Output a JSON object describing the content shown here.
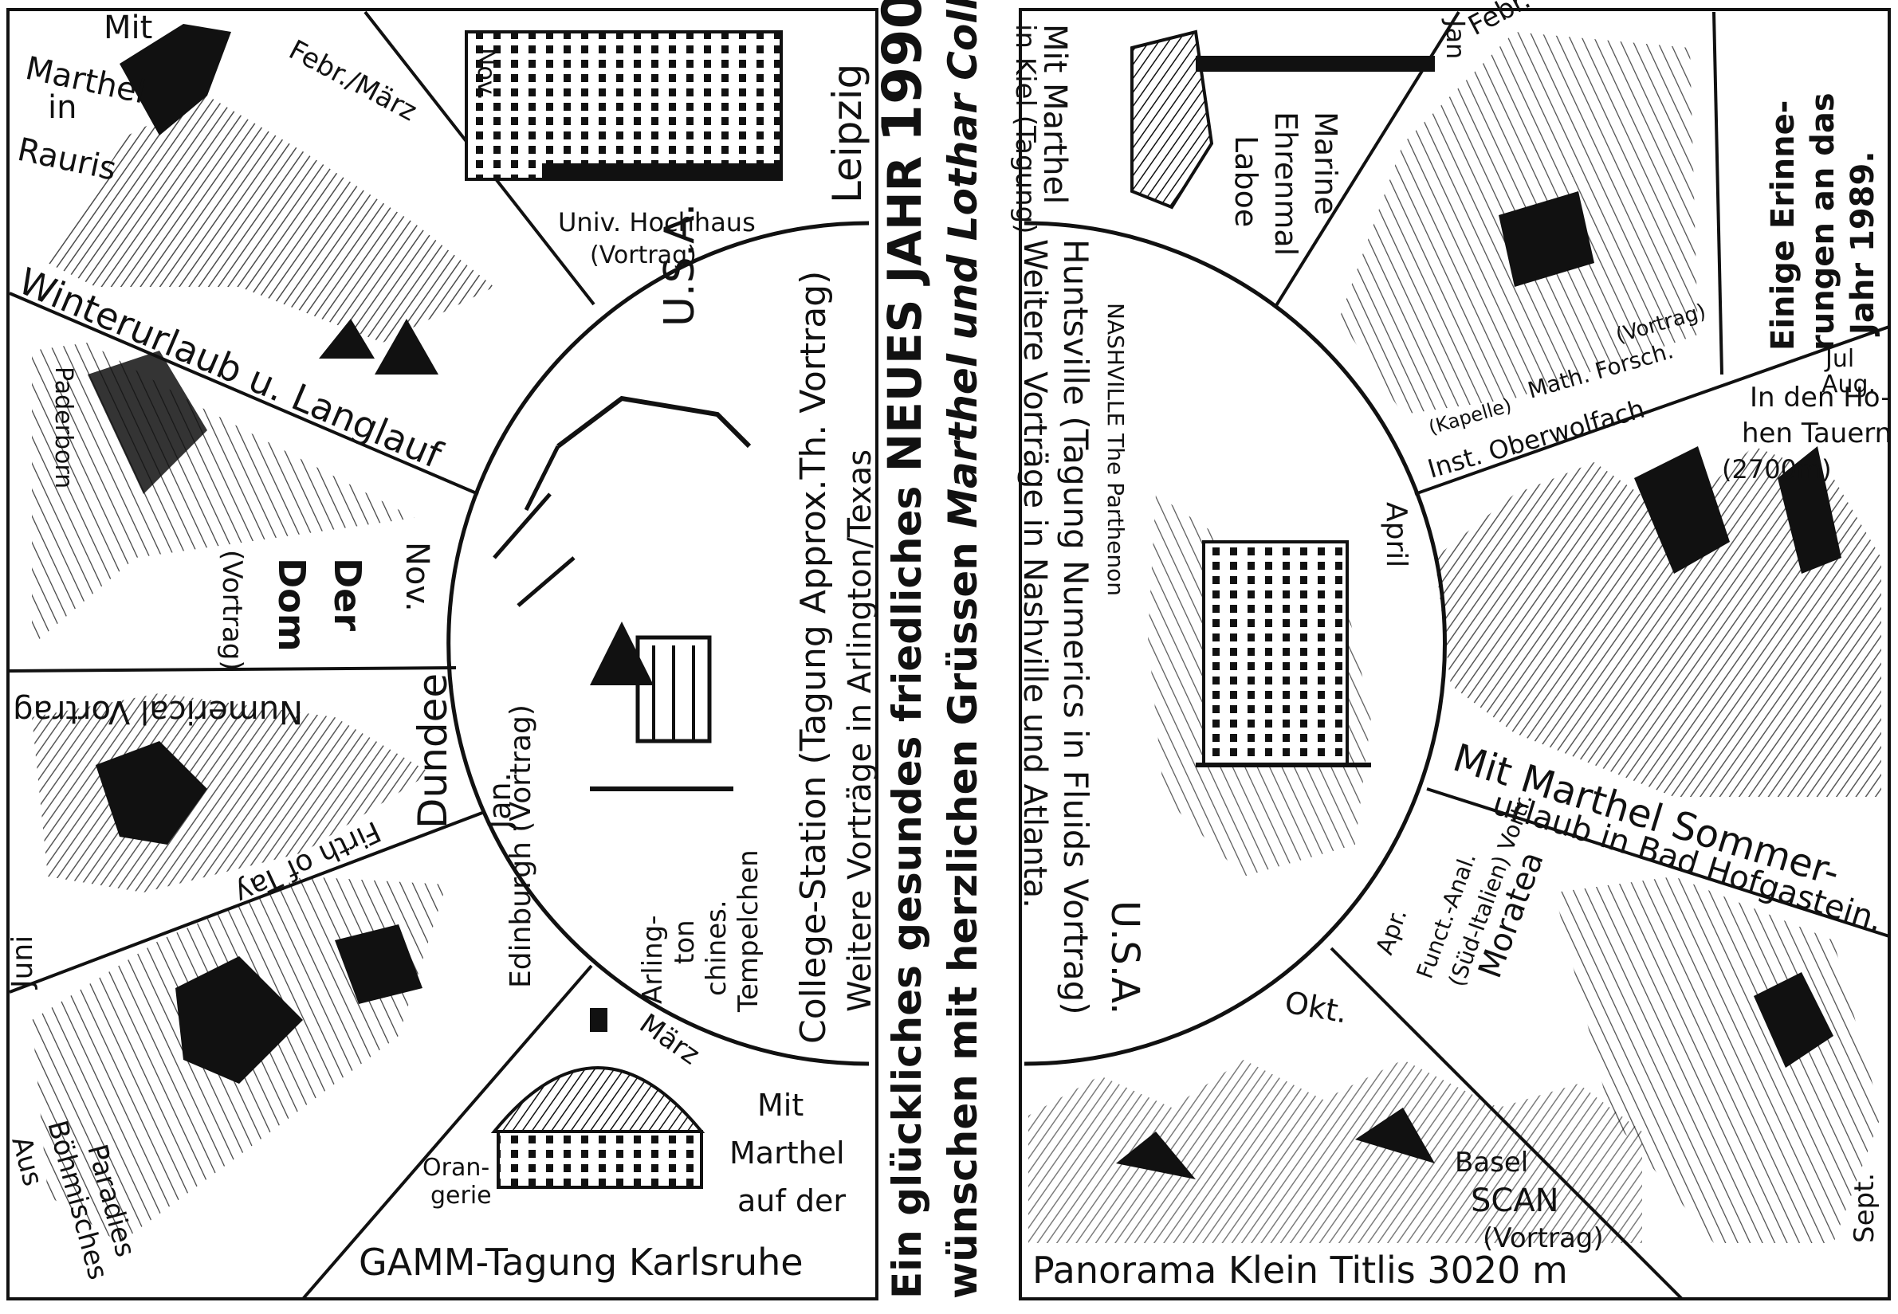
{
  "left_panel": {
    "rauris": [
      "Mit",
      "Marthel",
      "in",
      "Rauris"
    ],
    "febr_maerz": "Febr./März",
    "leipzig_nov": "Nov.",
    "leipzig_caption": [
      "Univ. Hochhaus",
      "(Vortrag)"
    ],
    "leipzig": "Leipzig",
    "winterurlaub": "Winterurlaub u. Langlauf",
    "dom": [
      "Der",
      "Dom"
    ],
    "dom_vortrag": "(Vortrag)",
    "dom_nov": "Nov.",
    "dom_side": "Paderborn",
    "dundee": "Dundee",
    "numerical": "Numerical Vortrag",
    "firth": "Firth of Tay",
    "juni": "Juni",
    "edinburgh": "Edinburgh (Vortrag)",
    "jan": "Jan.",
    "boehmisches": [
      "Aus",
      "Böhmisches",
      "Paradies"
    ],
    "usa": "U.S.A.",
    "arlington": [
      "Arling-",
      "ton",
      "chines.",
      "Tempelchen"
    ],
    "college_station": "College-Station (Tagung Approx.Th. Vortrag)",
    "weitere_arlington": "Weitere Vorträge in Arlington/Texas",
    "maerz": "März",
    "orangerie": [
      "Oran-",
      "gerie"
    ],
    "mit_marthel": [
      "Mit",
      "Marthel",
      "auf der"
    ],
    "gamm": "GAMM-Tagung Karlsruhe"
  },
  "center": {
    "line1_a": "Ein glückliches gesundes friedliches",
    "line1_b": "NEUES JAHR",
    "year": "1990",
    "line2_a": "wünschen mit herzlichen Grüssen",
    "line2_b": "Marthel und Lothar Collatz"
  },
  "right_panel": {
    "kiel": [
      "Mit Marthel",
      "in Kiel (Tagung)"
    ],
    "jan": "Jan",
    "marine": [
      "Marine",
      "Ehrenmal",
      "Laboe"
    ],
    "febr": "Febr.",
    "title": [
      "Einige Erinne-",
      "rungen an das",
      "Jahr 1989."
    ],
    "huntsville": "Huntsville (Tagung Numerics in Fluids Vortrag)",
    "weitere": "Weitere Vorträge in Nashville und Atlanta.",
    "nashville": "NASHVILLE The Parthenon",
    "usa": "U.S.A.",
    "oberwolfach": [
      "(Kapelle)",
      "Inst. Oberwolfach",
      "Math. Forsch.",
      "(Vortrag)"
    ],
    "april": "April",
    "tauern": [
      "Jul",
      "Aug.",
      "In den Ho-",
      "hen Tauern",
      "(2700m)"
    ],
    "sommer": [
      "Mit Marthel Sommer-",
      "urlaub in Bad Hofgastein."
    ],
    "morotea": [
      "Moratea",
      "(Süd-Italien) Vortr.",
      "Funct.-Anal."
    ],
    "apr": "Apr.",
    "okt": "Okt.",
    "basel": [
      "Basel",
      "SCAN",
      "(Vortrag)"
    ],
    "sept": "Sept.",
    "panorama": "Panorama Klein Titlis 3020 m"
  }
}
